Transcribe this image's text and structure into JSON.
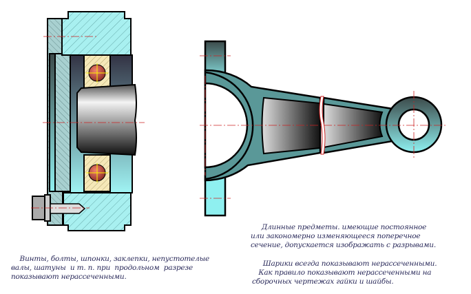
{
  "captions": {
    "left": {
      "line1": "    Винты, болты, шпонки, заклепки, непустотелые",
      "line2": "валы, шатуны  и т. п. при  продольном  разрезе",
      "line3": "показывают нерассеченными."
    },
    "right_top": {
      "line1": "     Длинные предметы. имеющие постоянное",
      "line2": "или закономерно изменяющееся поперечное",
      "line3": "сечение, допускается изображать с разрывами."
    },
    "right_bottom": {
      "line1": "     Шарики всегда показывают нерассеченными.",
      "line2": "   Как правило показывают нерассеченными на",
      "line3": "сборочных чертежах гайки и шайбы."
    }
  },
  "colors": {
    "hatch_fill": "#a8f0f0",
    "outline": "#000000",
    "centerline": "#cc2222",
    "bearing": "#f5e8b8",
    "ball": "#c8443a"
  }
}
